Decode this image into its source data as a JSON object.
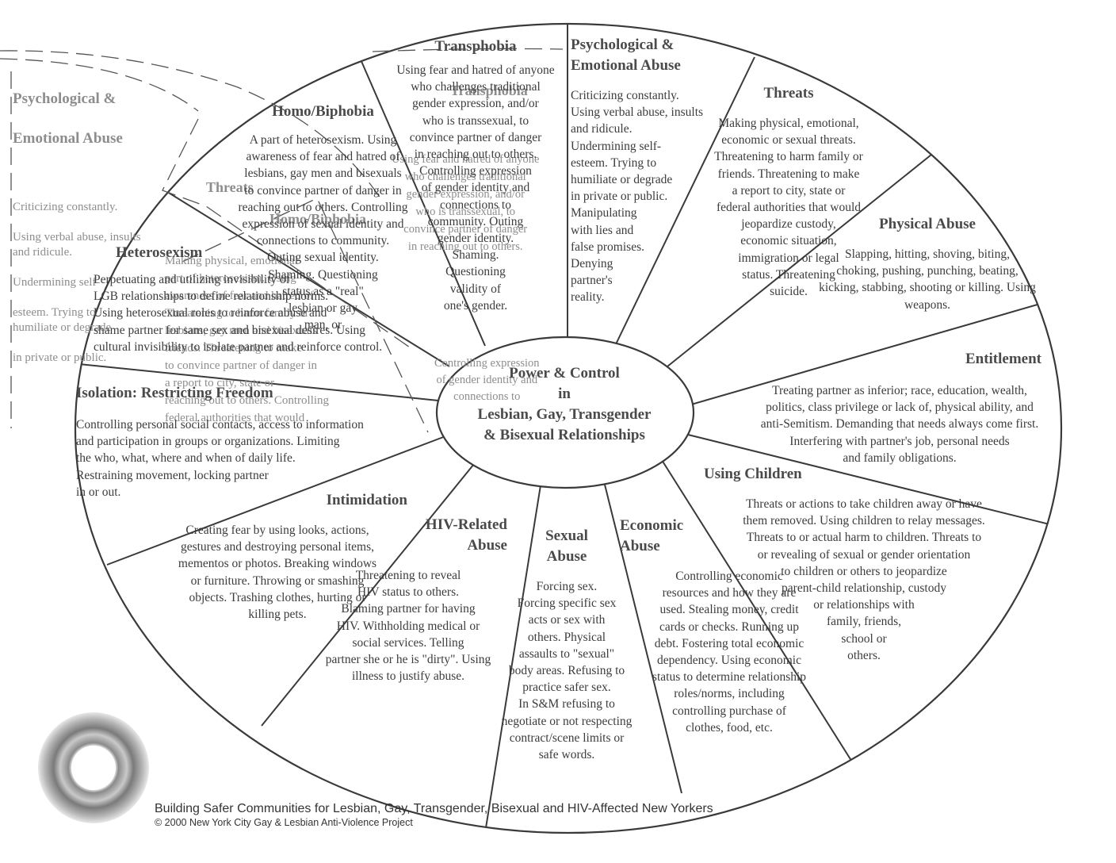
{
  "center": {
    "title": "Power & Control\nin\nLesbian, Gay, Transgender\n& Bisexual Relationships"
  },
  "segments": {
    "transphobia": {
      "heading": "Transphobia",
      "text": "Using fear and hatred of anyone\nwho challenges traditional\ngender expression, and/or\nwho is transsexual, to\nconvince partner of danger\nin reaching out to others.\nControlling expression\nof gender identity and\nconnections to\ncommunity. Outing\ngender identity.\nShaming.\nQuestioning\nvalidity of\none's gender."
    },
    "psychological": {
      "heading": "Psychological &\nEmotional Abuse",
      "text": "Criticizing constantly.\nUsing verbal abuse, insults\nand ridicule.\nUndermining self-\nesteem. Trying to\nhumiliate or degrade\nin private or public.\nManipulating\nwith lies and\nfalse promises.\nDenying\npartner's\nreality."
    },
    "threats": {
      "heading": "Threats",
      "text": "Making physical, emotional,\neconomic or sexual threats.\nThreatening to harm family or\nfriends. Threatening to make\na report to city, state or\nfederal authorities that would\njeopardize custody,\neconomic situation,\nimmigration or legal\nstatus. Threatening\nsuicide."
    },
    "homobiphobia": {
      "heading": "Homo/Biphobia",
      "text": "A part of heterosexism. Using\nawareness of fear and hatred of\nlesbians, gay men and bisexuals\nto convince partner of danger in\nreaching out to others. Controlling\nexpression of sexual identity and\nconnections to community.\nOuting sexual identity.\nShaming. Questioning\nstatus as a \"real\"\nlesbian or gay\nman, or"
    },
    "physical": {
      "heading": "Physical Abuse",
      "text": "Slapping, hitting, shoving, biting,\nchoking, pushing, punching, beating,\nkicking, stabbing, shooting or killing. Using\nweapons."
    },
    "heterosexism": {
      "heading": "Heterosexism",
      "text": "Perpetuating and utilizing invisibility of\nLGB relationships to define relationship norms.\nUsing heterosexual roles to reinforce abuse and\nshame partner for same sex and bisexual desires. Using\ncultural invisibility to isolate partner and reinforce control."
    },
    "entitlement": {
      "heading": "Entitlement",
      "text": "Treating partner as inferior; race, education, wealth,\npolitics, class privilege or lack of, physical ability, and\nanti-Semitism. Demanding that needs always come first.\nInterfering with partner's job, personal needs\nand family obligations."
    },
    "isolation": {
      "heading": "Isolation: Restricting Freedom",
      "text": "Controlling personal social contacts, access to information\nand participation in groups or organizations. Limiting\nthe who, what, where and when of daily life.\nRestraining movement, locking partner\nin or out."
    },
    "children": {
      "heading": "Using Children",
      "text": "Threats or actions to take children away or have\nthem removed. Using children to relay messages.\nThreats to or actual harm to children. Threats to\nor revealing of sexual or gender orientation\nto children or others to jeopardize\nparent-child relationship, custody\nor relationships with\nfamily, friends,\nschool or\nothers."
    },
    "intimidation": {
      "heading": "Intimidation",
      "text": "Creating fear by using looks, actions,\ngestures and destroying personal items,\nmementos or photos. Breaking windows\nor furniture. Throwing or smashing\nobjects. Trashing clothes, hurting or\nkilling pets."
    },
    "hiv": {
      "heading": "HIV-Related\nAbuse",
      "text": "Threatening to reveal\nHIV status to others.\nBlaming partner for having\nHIV. Withholding medical or\nsocial services. Telling\npartner she or he is \"dirty\". Using\nillness to justify abuse."
    },
    "sexual": {
      "heading": "Sexual\nAbuse",
      "text": "Forcing sex.\nForcing specific sex\nacts or sex with\nothers. Physical\nassaults to \"sexual\"\nbody areas. Refusing to\npractice safer sex.\nIn S&M refusing to\nnegotiate or not respecting\ncontract/scene limits or\nsafe words."
    },
    "economic": {
      "heading": "Economic\nAbuse",
      "text": "Controlling economic\nresources and how they are\nused. Stealing money, credit\ncards or checks. Running up\ndebt. Fostering total economic\ndependency. Using economic\nstatus to determine relationship\nroles/norms, including\ncontrolling purchase of\nclothes, food, etc."
    }
  },
  "ghost": {
    "left_heading": "Psychological &\nEmotional Abuse",
    "left_text": "Criticizing constantly.\n\nUsing verbal abuse, insults\nand ridicule.\n\nUndermining self-\n\nesteem. Trying to\nhumiliate or degrade\n\nin private or public.",
    "threats": "Threats",
    "homo": "Homo/Biphobia",
    "making": "Making physical, emotional\npart of heterosexism. Using\nawareness of fear and hatred of\nThreatening to harm family or\nlesbians, gay men and bisexuals\nfriends. Threatening to make\nto convince partner of danger in\na report to city, state or\nreaching out to others. Controlling\nfederal authorities that would",
    "trans": "Transphobia",
    "trans_text": "Using fear and hatred of anyone\nwho challenges traditional\ngender expression, and/or\nwho is transsexual, to\nconvince partner of danger\nin reaching out to others.",
    "center_text": "Controlling expression\nof gender identity and\nconnections to"
  },
  "footer": {
    "line1": "Building Safer Communities for Lesbian, Gay, Transgender, Bisexual and HIV-Affected New Yorkers",
    "line2": "© 2000 New York City Gay & Lesbian Anti-Violence Project"
  }
}
